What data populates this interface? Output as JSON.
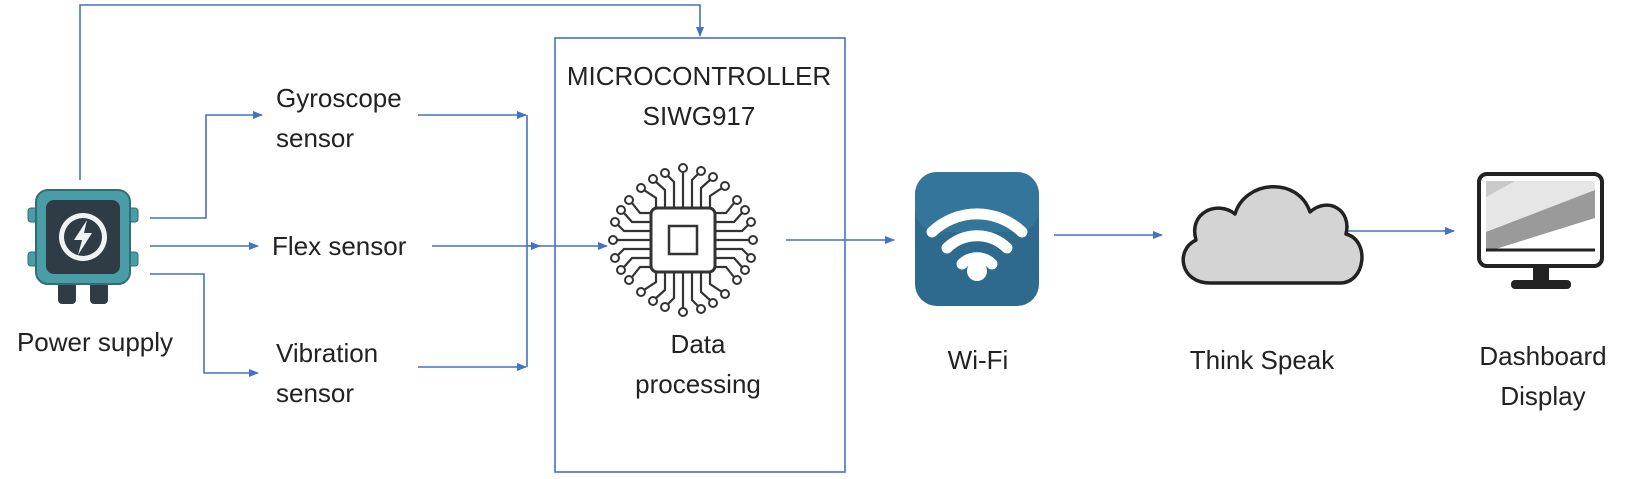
{
  "nodes": {
    "power_supply": {
      "label": "Power supply"
    },
    "gyroscope": {
      "line1": "Gyroscope",
      "line2": "sensor"
    },
    "flex": {
      "label": "Flex sensor"
    },
    "vibration": {
      "line1": "Vibration",
      "line2": "sensor"
    },
    "microcontroller": {
      "title_line1": "MICROCONTROLLER",
      "title_line2": "SIWG917",
      "sub_line1": "Data",
      "sub_line2": "processing"
    },
    "wifi": {
      "label": "Wi-Fi"
    },
    "thingspeak": {
      "label": "Think Speak"
    },
    "dashboard": {
      "line1": "Dashboard",
      "line2": "Display"
    }
  },
  "icons": [
    "power-supply-icon",
    "chip-icon",
    "wifi-icon",
    "cloud-icon",
    "monitor-icon"
  ],
  "colors": {
    "connector": "#4472c4",
    "wifi_tile": "#2e6a8e",
    "cloud_fill": "#d4d4d4",
    "power_body": "#4a9ca6",
    "power_core": "#2f3b45"
  }
}
